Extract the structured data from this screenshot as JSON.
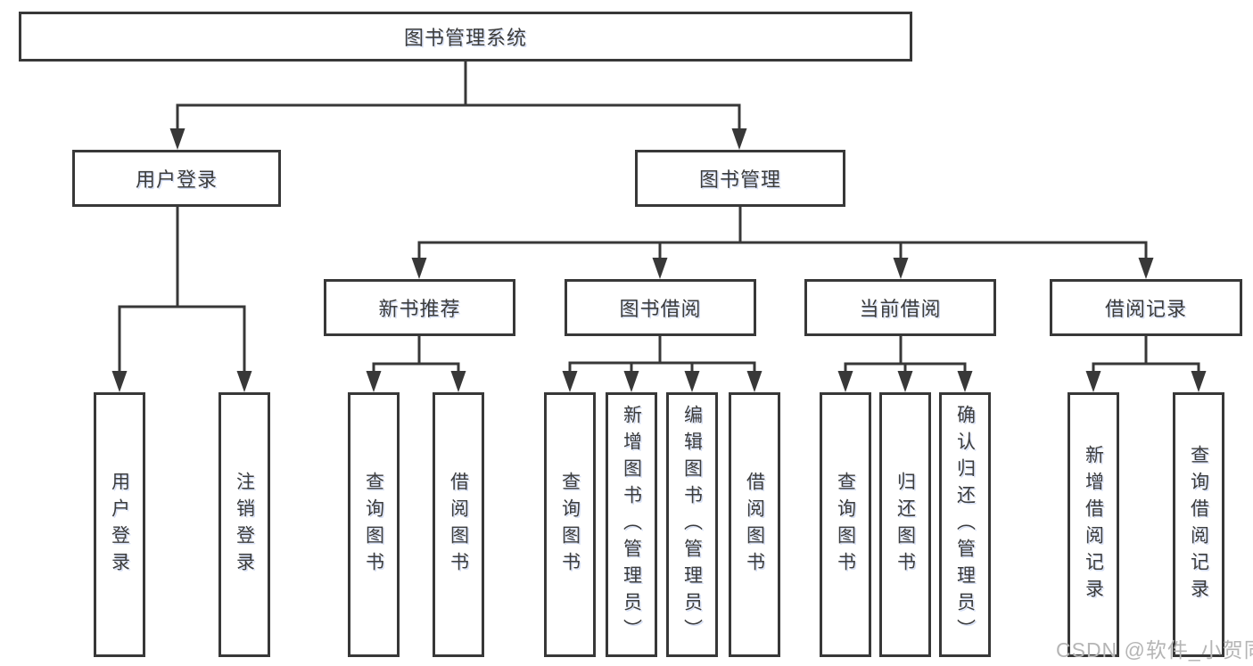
{
  "diagram_title": "图书管理系统",
  "colors": {
    "line": "#383838",
    "text": "#3c3c3c",
    "background": "#ffffff",
    "watermark": "#b5b5b5"
  },
  "nodes": {
    "root": {
      "label": "图书管理系统"
    },
    "branches": [
      {
        "label": "用户登录",
        "parent": "图书管理系统"
      },
      {
        "label": "图书管理",
        "parent": "图书管理系统"
      }
    ],
    "modules": [
      {
        "label": "新书推荐",
        "parent": "图书管理"
      },
      {
        "label": "图书借阅",
        "parent": "图书管理"
      },
      {
        "label": "当前借阅",
        "parent": "图书管理"
      },
      {
        "label": "借阅记录",
        "parent": "图书管理"
      }
    ],
    "leaves": [
      {
        "label": "用户登录",
        "parent": "用户登录"
      },
      {
        "label": "注销登录",
        "parent": "用户登录"
      },
      {
        "label": "查询图书",
        "parent": "新书推荐"
      },
      {
        "label": "借阅图书",
        "parent": "新书推荐"
      },
      {
        "label": "查询图书",
        "parent": "图书借阅"
      },
      {
        "label": "新增图书（管理员）",
        "parent": "图书借阅"
      },
      {
        "label": "编辑图书（管理员）",
        "parent": "图书借阅"
      },
      {
        "label": "借阅图书",
        "parent": "图书借阅"
      },
      {
        "label": "查询图书",
        "parent": "当前借阅"
      },
      {
        "label": "归还图书",
        "parent": "当前借阅"
      },
      {
        "label": "确认归还（管理员）",
        "parent": "当前借阅"
      },
      {
        "label": "新增借阅记录",
        "parent": "借阅记录"
      },
      {
        "label": "查询借阅记录",
        "parent": "借阅记录"
      }
    ]
  },
  "watermark": {
    "text": "CSDN @软件_小贺同学"
  }
}
